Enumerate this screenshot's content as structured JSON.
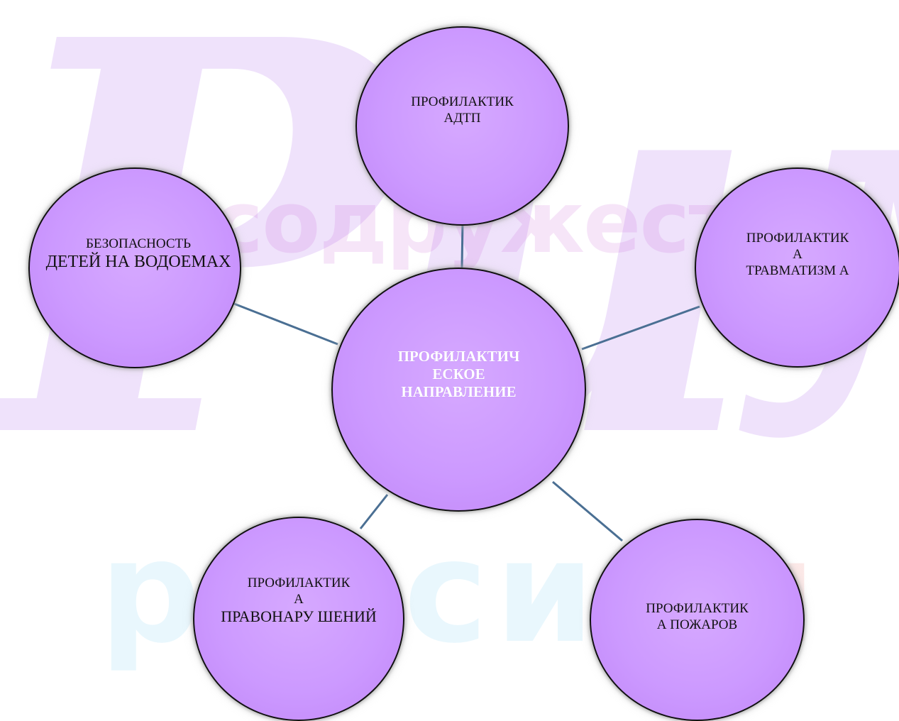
{
  "watermark": {
    "script": "Рим",
    "line1": "содружество",
    "line2": "росси",
    "line2_end": "и"
  },
  "colors": {
    "node_fill": "#cc99ff",
    "node_border": "#111111",
    "connector": "#4a6f93",
    "center_text": "#ffffff"
  },
  "center": {
    "line1": "ПРОФИЛАКТИЧ",
    "line2": "ЕСКОЕ",
    "line3": "НАПРАВЛЕНИЕ"
  },
  "nodes": {
    "top": {
      "line1": "ПРОФИЛАКТИК",
      "line2": "АДТП"
    },
    "left": {
      "line1": "БЕЗОПАСНОСТЬ",
      "line2": "ДЕТЕЙ НА ВОДОЕМАХ"
    },
    "right": {
      "line1": "ПРОФИЛАКТИК",
      "line2": "А",
      "line3": "ТРАВМАТИЗМ А"
    },
    "bottom_left": {
      "line1": "ПРОФИЛАКТИК",
      "line2": "А",
      "line3": "ПРАВОНАРУ ШЕНИЙ"
    },
    "bottom_right": {
      "line1": "ПРОФИЛАКТИК",
      "line2": "А ПОЖАРОВ"
    }
  }
}
